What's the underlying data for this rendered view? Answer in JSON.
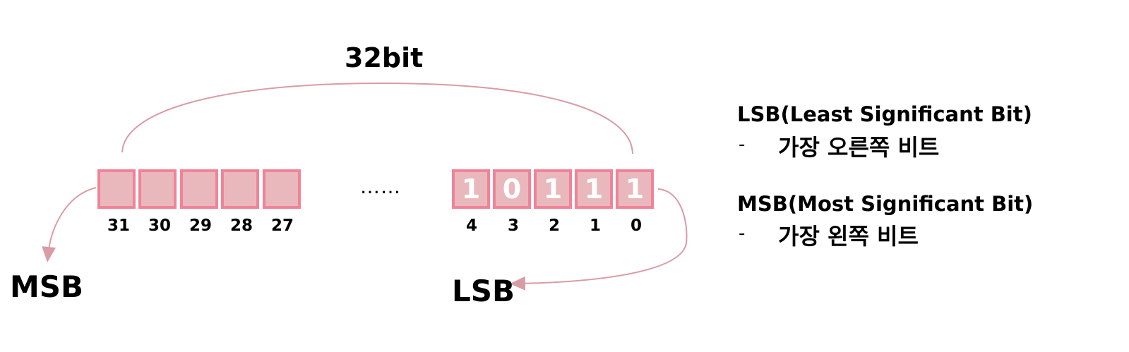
{
  "diagram": {
    "title": "32bit",
    "ellipsis": "……",
    "left_cells": [
      {
        "value": "",
        "index": "31"
      },
      {
        "value": "",
        "index": "30"
      },
      {
        "value": "",
        "index": "29"
      },
      {
        "value": "",
        "index": "28"
      },
      {
        "value": "",
        "index": "27"
      }
    ],
    "right_cells": [
      {
        "value": "1",
        "index": "4"
      },
      {
        "value": "0",
        "index": "3"
      },
      {
        "value": "1",
        "index": "2"
      },
      {
        "value": "1",
        "index": "1"
      },
      {
        "value": "1",
        "index": "0"
      }
    ],
    "msb_label": "MSB",
    "lsb_label": "LSB"
  },
  "definitions": {
    "lsb": {
      "title": "LSB(Least Significant Bit)",
      "dash": "-",
      "desc": "가장 오른쪽 비트"
    },
    "msb": {
      "title": "MSB(Most Significant Bit)",
      "dash": "-",
      "desc": "가장 왼쪽 비트"
    }
  },
  "colors": {
    "cell_fill": "#e9b8bc",
    "cell_border": "#f08398",
    "arrow": "#d99ca4"
  }
}
